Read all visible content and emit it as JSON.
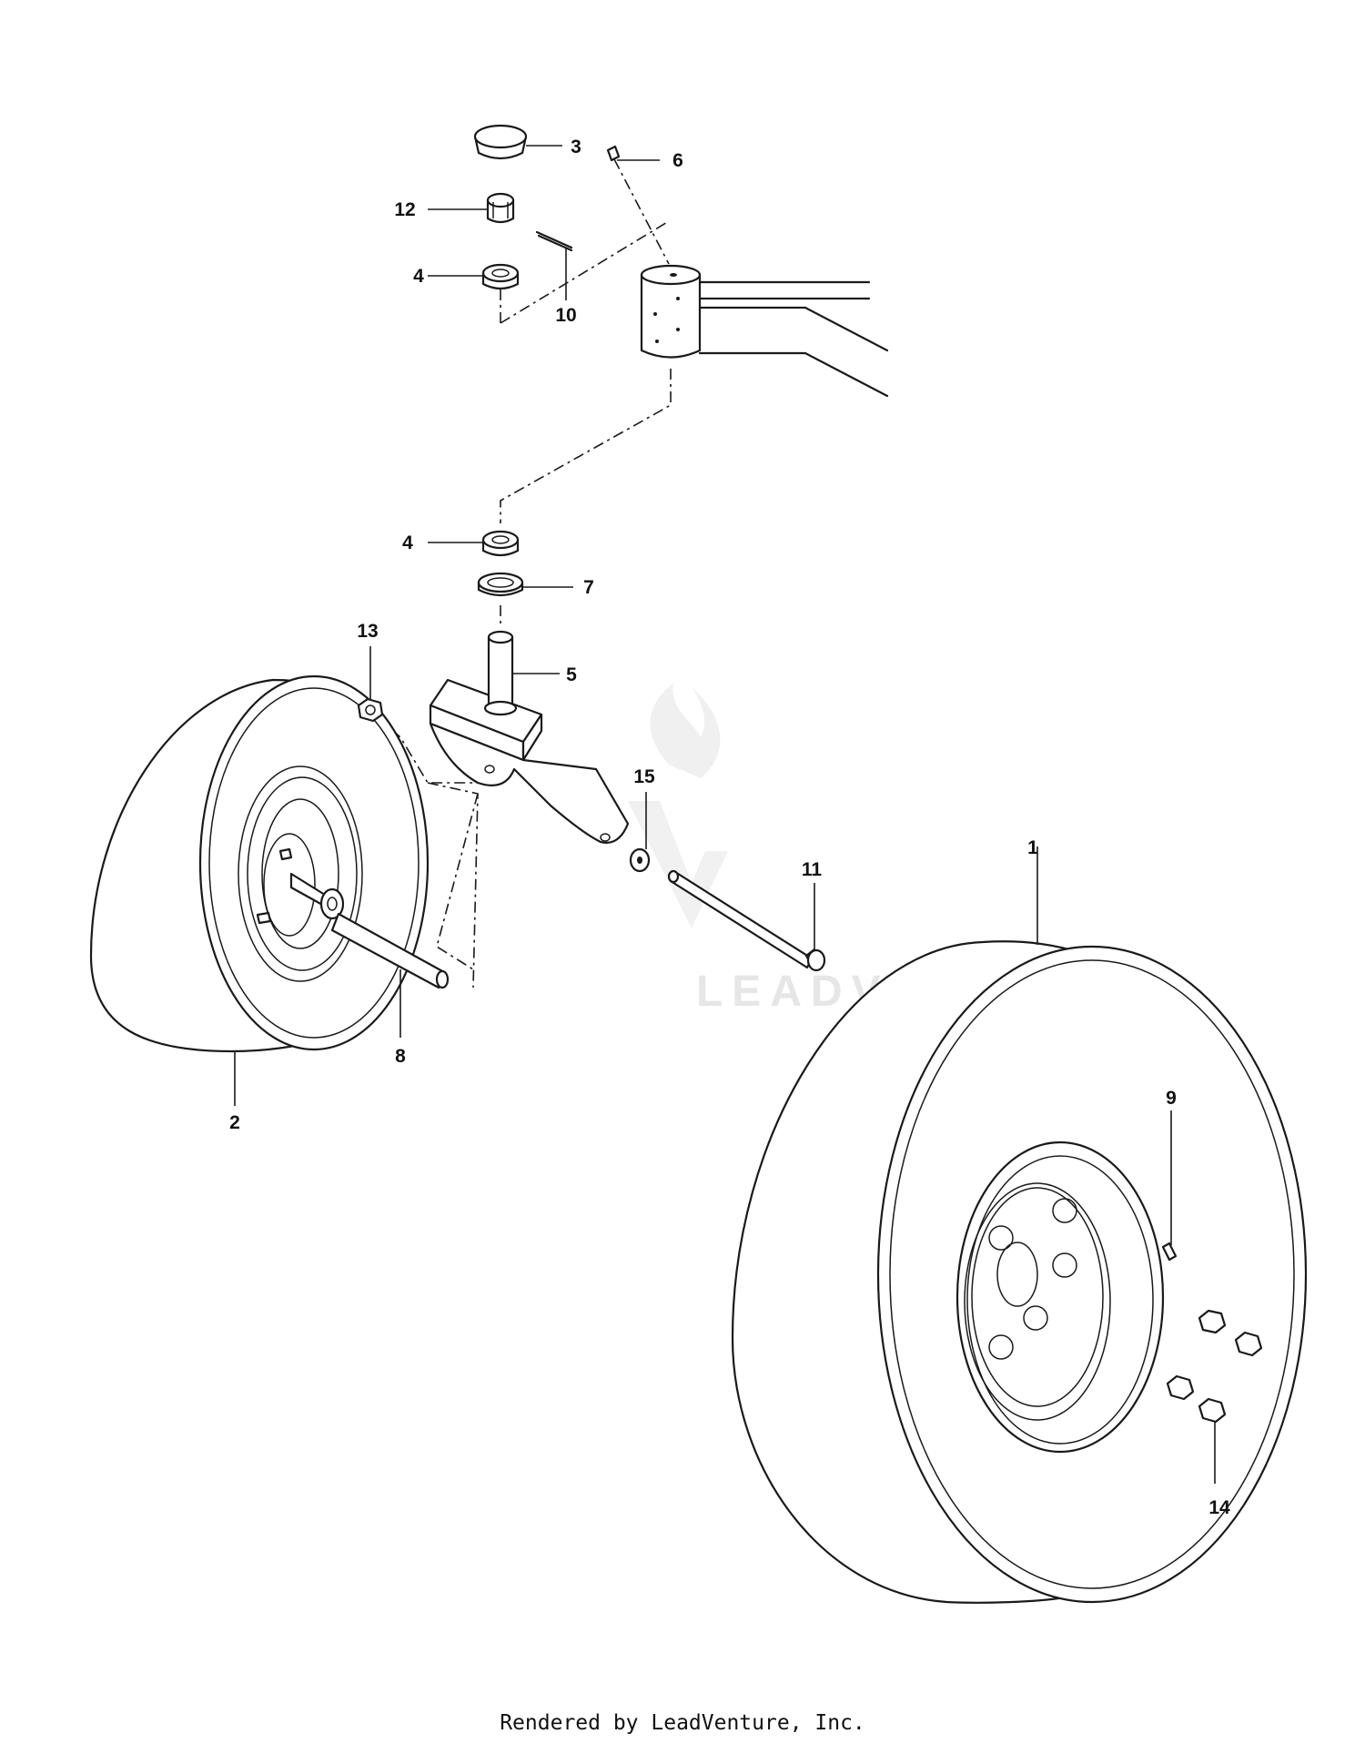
{
  "callouts": [
    {
      "label": "1"
    },
    {
      "label": "2"
    },
    {
      "label": "3"
    },
    {
      "label": "4"
    },
    {
      "label": "4"
    },
    {
      "label": "5"
    },
    {
      "label": "6"
    },
    {
      "label": "7"
    },
    {
      "label": "8"
    },
    {
      "label": "9"
    },
    {
      "label": "10"
    },
    {
      "label": "11"
    },
    {
      "label": "12"
    },
    {
      "label": "13"
    },
    {
      "label": "14"
    },
    {
      "label": "15"
    }
  ],
  "watermark": {
    "text": "LEADVENTURE"
  },
  "footer": {
    "text": "Rendered by LeadVenture, Inc."
  }
}
